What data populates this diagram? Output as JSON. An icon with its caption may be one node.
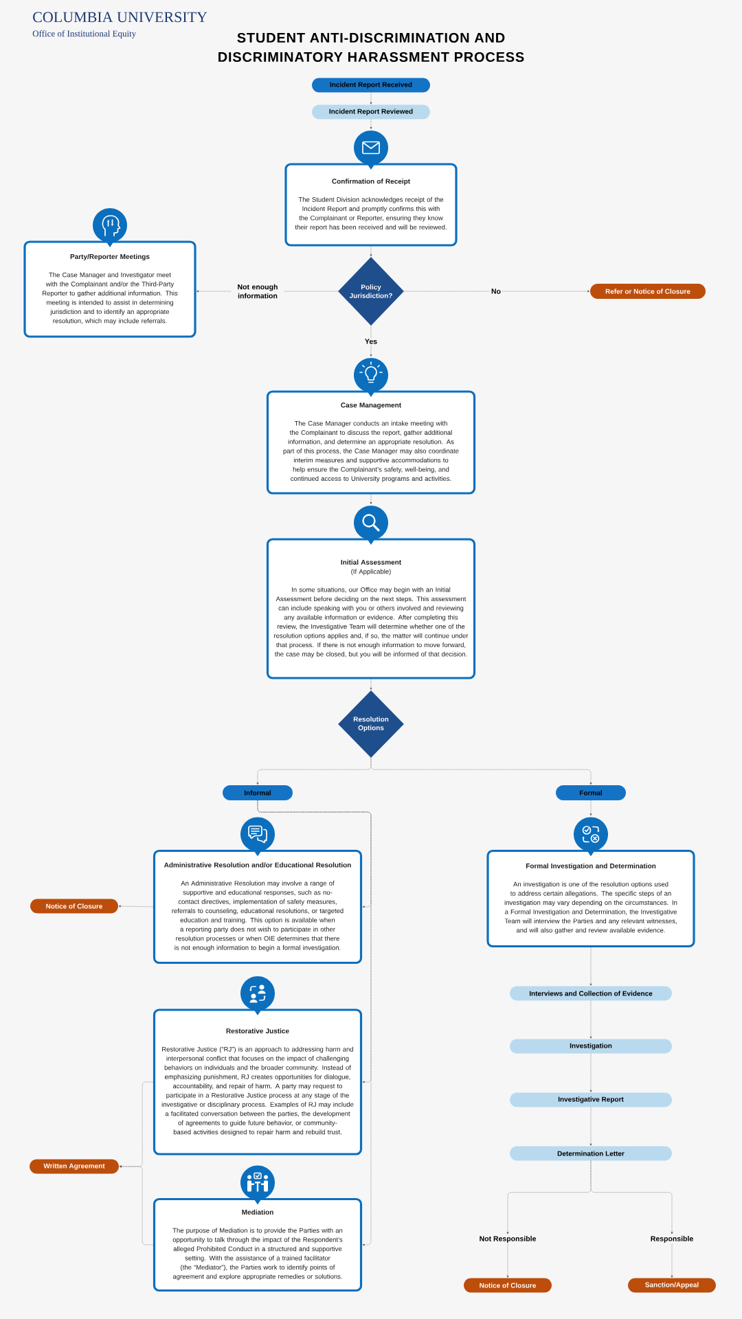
{
  "diagram": {
    "title": "STUDENT ANTI-DISCRIMINATION AND DISCRIMINATORY HARASSMENT PROCESS",
    "nodes": [
      {
        "text": [
          "Incident Report Received"
        ]
      },
      {
        "text": [
          "Incident Report Reviewed"
        ]
      },
      {
        "text": [
          "Confirmation of Receipt",
          "The Student Division acknowledges receipt of the Incident Report and promptly confirms this with the Complainant or Reporter, ensuring they know their report has been received and will be reviewed."
        ]
      },
      {
        "text": [
          "Party/Reporter Meetings",
          "The Case Manager and Investigator meet with the Complainant and/or the Third-Party Reporter to gather additional information. This meeting is intended to assist in determining jurisdiction and to identify an appropriate resolution, which may include referrals."
        ]
      },
      {
        "text": [
          "Policy Jurisdiction?"
        ]
      },
      {
        "text": [
          "Refer or Notice of Closure"
        ]
      },
      {
        "text": [
          "Case Management",
          "The Case Manager conducts an intake meeting with the Complainant to discuss the report, gather additional information, and determine an appropriate resolution. As part of this process, the Case Manager may also coordinate interim measures and supportive accommodations to help ensure the Complainant’s safety, well-being, and continued access to University programs and activities."
        ]
      },
      {
        "text": [
          "Initial Assessment",
          "(If Applicable)",
          "In some situations, our Office may begin with an Initial Assessment before deciding on the next steps. This assessment can include speaking with you or others involved and reviewing any available information or evidence. After completing this review, the Investigative Team will determine whether one of the resolution options applies and, if so, the matter will continue under that process. If there is not enough information to move forward, the case may be closed, but you will be informed of that decision."
        ]
      },
      {
        "text": [
          "Resolution Options"
        ]
      },
      {
        "text": [
          "Informal"
        ]
      },
      {
        "text": [
          "Formal"
        ]
      },
      {
        "text": [
          "Administrative Resolution and/or Educational Resolution",
          "An Administrative Resolution may involve a range of supportive and educational responses, such as no-contact directives, implementation of safety measures, referrals to counseling, educational resolutions, or targeted education and training. This option is available when a reporting party does not wish to participate in other resolution processes or when OIE determines that there is not enough information to begin a formal investigation."
        ]
      },
      {
        "text": [
          "Formal Investigation and Determination",
          "An investigation is one of the resolution options used to address certain allegations. The specific steps of an investigation may vary depending on the circumstances. In a Formal Investigation and Determination, the Investigative Team will interview the Parties and any relevant witnesses, and will also gather and review available evidence."
        ]
      },
      {
        "text": [
          "Notice of Closure"
        ]
      },
      {
        "text": [
          "Interviews and Collection of Evidence"
        ]
      },
      {
        "text": [
          "Restorative Justice",
          "Restorative Justice (“RJ”) is an approach to addressing harm and interpersonal conflict that focuses on the impact of challenging behaviors on individuals and the broader community. Instead of emphasizing punishment, RJ creates opportunities for dialogue, accountability, and repair of harm. A party may request to participate in a Restorative Justice process at any stage of the investigative or disciplinary process. Examples of RJ may include a facilitated conversation between the parties, the development of agreements to guide future behavior, or community-based activities designed to repair harm and rebuild trust."
        ]
      },
      {
        "text": [
          "Investigation"
        ]
      },
      {
        "text": [
          "Investigative Report"
        ]
      },
      {
        "text": [
          "Determination Letter"
        ]
      },
      {
        "text": [
          "Written Agreement"
        ]
      },
      {
        "text": [
          "Mediation",
          "The purpose of Mediation is to provide the Parties with an opportunity to talk through the impact of the Respondent’s alleged Prohibited Conduct in a structured and supportive setting. With the assistance of a trained facilitator (the “Mediator”), the Parties work to identify points of agreement and explore appropriate remedies or solutions."
        ]
      },
      {
        "text": [
          "Not Responsible"
        ]
      },
      {
        "text": [
          "Responsible"
        ]
      },
      {
        "text": [
          "Notice of Closure"
        ]
      },
      {
        "text": [
          "Sanction/Appeal"
        ]
      }
    ],
    "edges": [
      {
        "from": 0,
        "to": 1,
        "arrow": "to"
      },
      {
        "from": 1,
        "to": 2,
        "arrow": "to"
      },
      {
        "from": 2,
        "to": 4,
        "arrow": "to"
      },
      {
        "from": 4,
        "to": 3,
        "arrow": "to",
        "label": "Not enough information"
      },
      {
        "from": 4,
        "to": 5,
        "arrow": "to",
        "label": "No"
      },
      {
        "from": 4,
        "to": 6,
        "arrow": "to",
        "label": "Yes"
      },
      {
        "from": 6,
        "to": 7,
        "arrow": "to"
      },
      {
        "from": 7,
        "to": 8,
        "arrow": "to"
      },
      {
        "from": 8,
        "to": 9,
        "arrow": "to"
      },
      {
        "from": 8,
        "to": 10,
        "arrow": "to"
      },
      {
        "from": 9,
        "to": 11,
        "arrow": "to"
      },
      {
        "from": 9,
        "to": 15,
        "arrow": "to"
      },
      {
        "from": 9,
        "to": 20,
        "arrow": "to"
      },
      {
        "from": 11,
        "to": 13,
        "arrow": "to"
      },
      {
        "from": 10,
        "to": 12,
        "arrow": "to"
      },
      {
        "from": 12,
        "to": 14,
        "arrow": "to"
      },
      {
        "from": 14,
        "to": 16,
        "arrow": "to"
      },
      {
        "from": 16,
        "to": 17,
        "arrow": "to"
      },
      {
        "from": 17,
        "to": 18,
        "arrow": "to"
      },
      {
        "from": 18,
        "to": 21,
        "arrow": "to"
      },
      {
        "from": 18,
        "to": 22,
        "arrow": "to"
      },
      {
        "from": 15,
        "to": 19,
        "arrow": "to"
      },
      {
        "from": 20,
        "to": 19,
        "arrow": "to"
      },
      {
        "from": 21,
        "to": 23,
        "arrow": "to"
      },
      {
        "from": 22,
        "to": 24,
        "arrow": "to"
      }
    ],
    "labels": [
      "COLUMBIA UNIVERSITY",
      "Office of Institutional Equity"
    ]
  }
}
